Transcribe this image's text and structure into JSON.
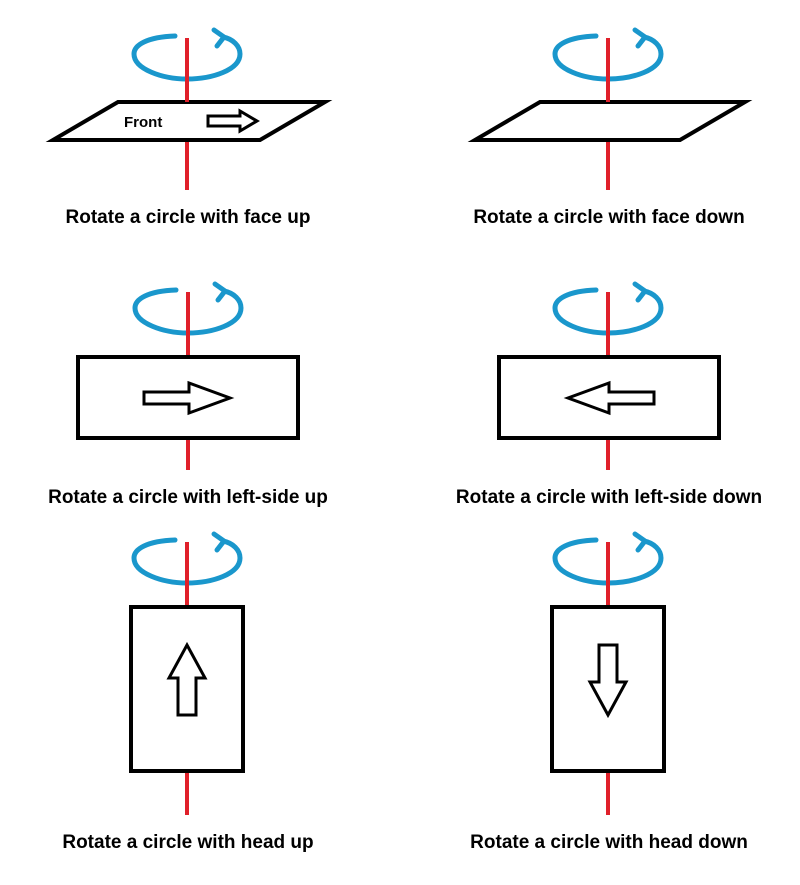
{
  "colors": {
    "axis": "#e0202a",
    "rotation_arrow": "#1a97cc",
    "outline": "#000000",
    "background": "#ffffff"
  },
  "panels": [
    {
      "caption": "Rotate a circle with face up",
      "shape": "parallelogram",
      "label": "Front",
      "arrow": "right"
    },
    {
      "caption": "Rotate a circle with face down",
      "shape": "parallelogram",
      "label": "",
      "arrow": "none"
    },
    {
      "caption": "Rotate a circle with left-side up",
      "shape": "wide-rectangle",
      "label": "",
      "arrow": "right"
    },
    {
      "caption": "Rotate a circle with left-side down",
      "shape": "wide-rectangle",
      "label": "",
      "arrow": "left"
    },
    {
      "caption": "Rotate a circle with head up",
      "shape": "tall-rectangle",
      "label": "",
      "arrow": "up"
    },
    {
      "caption": "Rotate a circle with head down",
      "shape": "tall-rectangle",
      "label": "",
      "arrow": "down"
    }
  ]
}
